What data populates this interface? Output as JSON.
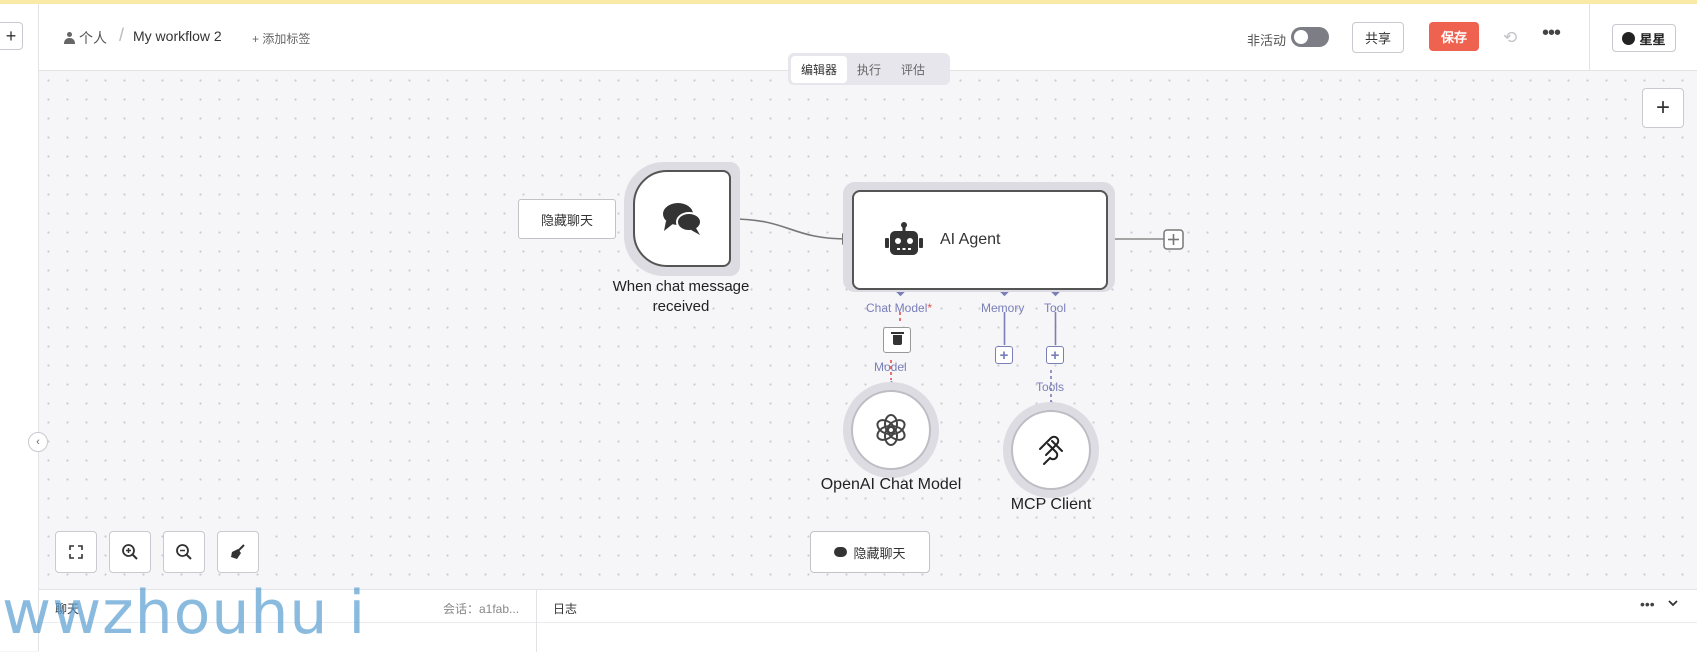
{
  "header": {
    "breadcrumb_owner": "个人",
    "breadcrumb_separator": "/",
    "workflow_name": "My workflow 2",
    "add_tag": "+ 添加标签",
    "inactive_label": "非活动",
    "active": false,
    "share_label": "共享",
    "save_label": "保存",
    "more_label": "•••",
    "star_label": "星星"
  },
  "tabs": [
    {
      "label": "编辑器",
      "active": true
    },
    {
      "label": "执行",
      "active": false
    },
    {
      "label": "评估",
      "active": false
    }
  ],
  "canvas": {
    "hide_chat_label": "隐藏聊天",
    "trigger_node": {
      "label_line1": "When chat message",
      "label_line2": "received"
    },
    "agent_node": {
      "label": "AI Agent"
    },
    "ports": {
      "chat_model": "Chat Model",
      "required_mark": "*",
      "memory": "Memory",
      "tool": "Tool"
    },
    "model_port_label": "Model",
    "tools_port_label": "Tools",
    "openai_node": {
      "label": "OpenAI Chat Model"
    },
    "mcp_node": {
      "label": "MCP Client"
    },
    "chat_toggle_label": "隐藏聊天"
  },
  "bottom": {
    "chat_title": "聊天",
    "session": "会话：a1fab...",
    "log_title": "日志"
  },
  "watermark": "wwzhouhu i",
  "colors": {
    "save": "#ef6250",
    "port": "#7a7fb8",
    "required": "#e2504c"
  }
}
